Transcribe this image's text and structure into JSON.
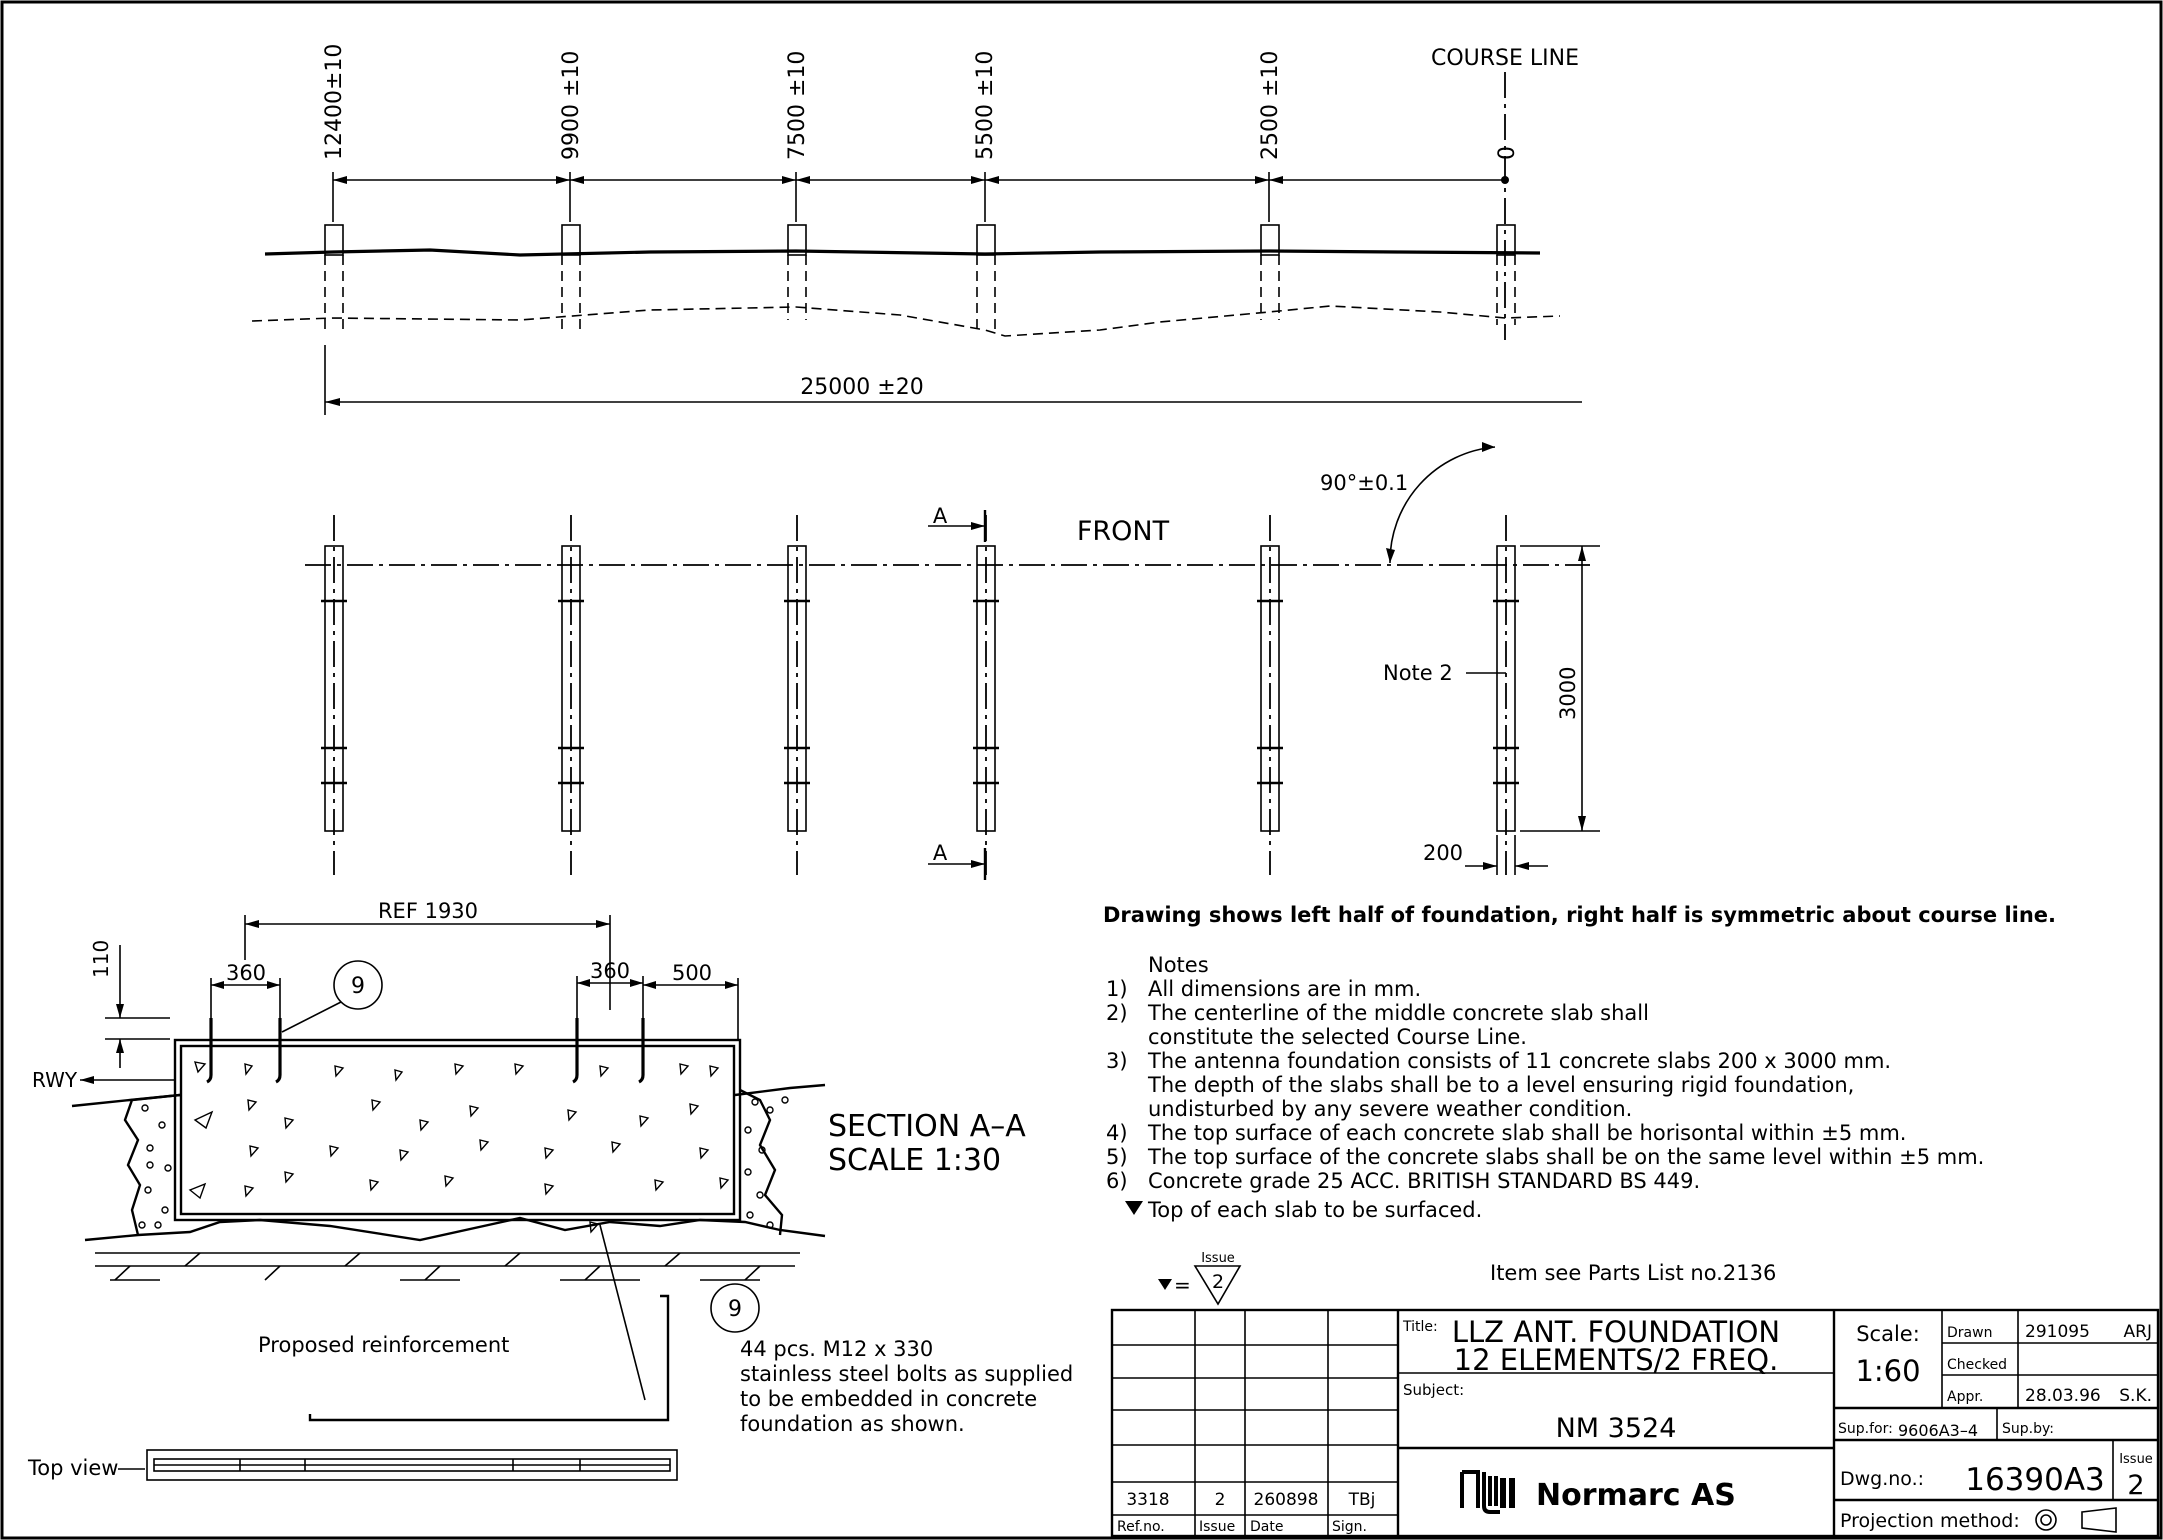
{
  "elevation": {
    "course_line_label": "COURSE LINE",
    "positions": [
      "12400±10",
      "9900 ±10",
      "7500 ±10",
      "5500 ±10",
      "2500 ±10",
      "0"
    ],
    "overall_dim": "25000 ±20"
  },
  "plan": {
    "angle": "90°±0.1",
    "front_label": "FRONT",
    "section_mark": "A",
    "note_ref": "Note 2",
    "length_dim": "3000",
    "width_dim": "200"
  },
  "section": {
    "ref_dim": "REF 1930",
    "dim_360_left": "360",
    "dim_360_right": "360",
    "dim_500": "500",
    "dim_110": "110",
    "rwy": "RWY",
    "title_line1": "SECTION A–A",
    "title_line2": "SCALE 1:30",
    "balloon": "9"
  },
  "reinforcement": {
    "label": "Proposed reinforcement",
    "top_view": "Top view",
    "balloon": "9",
    "bolt_text": [
      "44 pcs. M12 x 330",
      "stainless steel bolts as supplied",
      "to be embedded in concrete",
      "foundation as shown."
    ]
  },
  "notes": {
    "symmetry": "Drawing shows left half of foundation, right half is symmetric about course line.",
    "heading": "Notes",
    "items": [
      {
        "n": "1)",
        "lines": [
          "All dimensions are in mm."
        ]
      },
      {
        "n": "2)",
        "lines": [
          "The centerline of the middle concrete slab shall",
          "constitute the selected Course Line."
        ]
      },
      {
        "n": "3)",
        "lines": [
          "The antenna foundation consists of 11 concrete slabs 200 x 3000 mm.",
          "The depth of the slabs shall be to a level ensuring rigid foundation,",
          "undisturbed by any severe weather condition."
        ]
      },
      {
        "n": "4)",
        "lines": [
          "The top surface of each concrete slab shall be horisontal within ±5 mm."
        ]
      },
      {
        "n": "5)",
        "lines": [
          "The top surface of the concrete slabs shall be on the same level within ±5 mm."
        ]
      },
      {
        "n": "6)",
        "lines": [
          "Concrete grade 25 ACC. BRITISH STANDARD BS 449."
        ]
      }
    ],
    "surfaced": "Top of each slab to be surfaced.",
    "issue_label": "Issue",
    "issue_value": "2",
    "parts_list": "Item see Parts List no.2136"
  },
  "title_block": {
    "title_label": "Title:",
    "title_line1": "LLZ ANT. FOUNDATION",
    "title_line2": "12 ELEMENTS/2 FREQ.",
    "subject_label": "Subject:",
    "subject": "NM 3524",
    "scale_label": "Scale:",
    "scale": "1:60",
    "drawn_label": "Drawn",
    "drawn_date": "291095",
    "drawn_by": "ARJ",
    "checked_label": "Checked",
    "appr_label": "Appr.",
    "appr_date": "28.03.96",
    "appr_by": "S.K.",
    "supfor_label": "Sup.for:",
    "supfor": "9606A3–4",
    "supby_label": "Sup.by:",
    "dwgno_label": "Dwg.no.:",
    "dwgno": "16390A3",
    "issue_label": "Issue",
    "issue": "2",
    "projection_label": "Projection method:",
    "company": "Normarc AS",
    "rev_ref": "3318",
    "rev_issue": "2",
    "rev_date": "260898",
    "rev_sign": "TBj",
    "ref_no_label": "Ref.no.",
    "rev_issue_label": "Issue",
    "rev_date_label": "Date",
    "rev_sign_label": "Sign."
  }
}
